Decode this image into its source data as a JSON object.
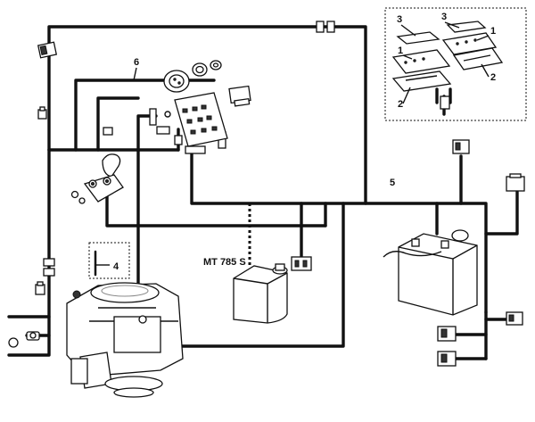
{
  "labels": {
    "harness": "5",
    "cable": "6",
    "inset_item": "4",
    "model_code": "MT 785 S",
    "panel_num_1a": "1",
    "panel_num_1b": "1",
    "panel_num_2a": "2",
    "panel_num_2b": "2",
    "panel_num_3a": "3",
    "panel_num_3b": "3"
  }
}
